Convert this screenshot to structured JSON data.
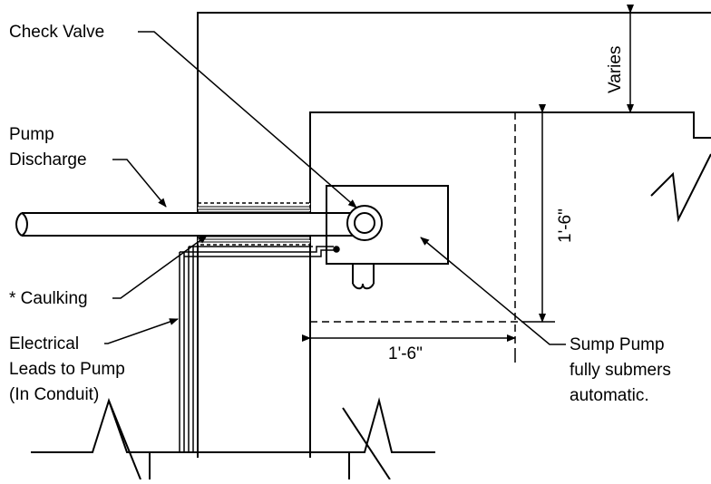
{
  "labels": {
    "check_valve": "Check Valve",
    "pump_discharge_1": "Pump",
    "pump_discharge_2": "Discharge",
    "caulking": "* Caulking",
    "electrical_1": "Electrical",
    "electrical_2": "Leads to Pump",
    "electrical_3": "(In Conduit)",
    "sump_1": "Sump Pump",
    "sump_2": "fully submers",
    "sump_3": "automatic."
  },
  "dimensions": {
    "varies": "Varies",
    "vertical": "1'-6\"",
    "horizontal": "1'-6\""
  }
}
